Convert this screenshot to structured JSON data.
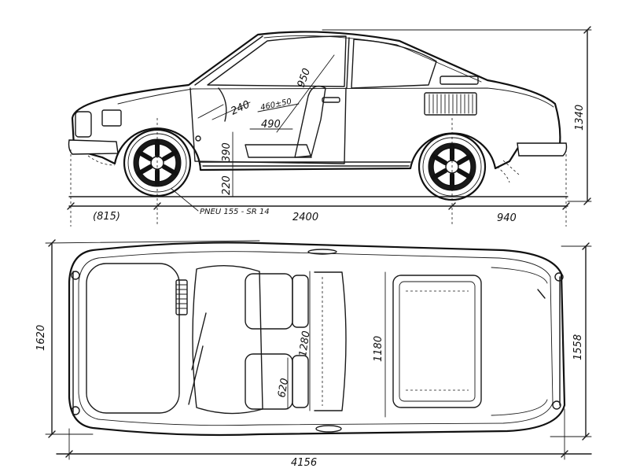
{
  "side_view": {
    "dimensions": {
      "height": "1340",
      "front_overhang": "(815)",
      "wheelbase": "2400",
      "rear_overhang": "940",
      "upper": "950",
      "small": "240",
      "seat_travel": "460±50",
      "cushion": "490",
      "floor": "390",
      "clearance": "220"
    },
    "tyre_label": "PNEU 155 - SR 14"
  },
  "top_view": {
    "dimensions": {
      "width": "1620",
      "right": "1558",
      "length": "4156",
      "interior": "1280",
      "rear": "1180",
      "seat": "620"
    }
  }
}
